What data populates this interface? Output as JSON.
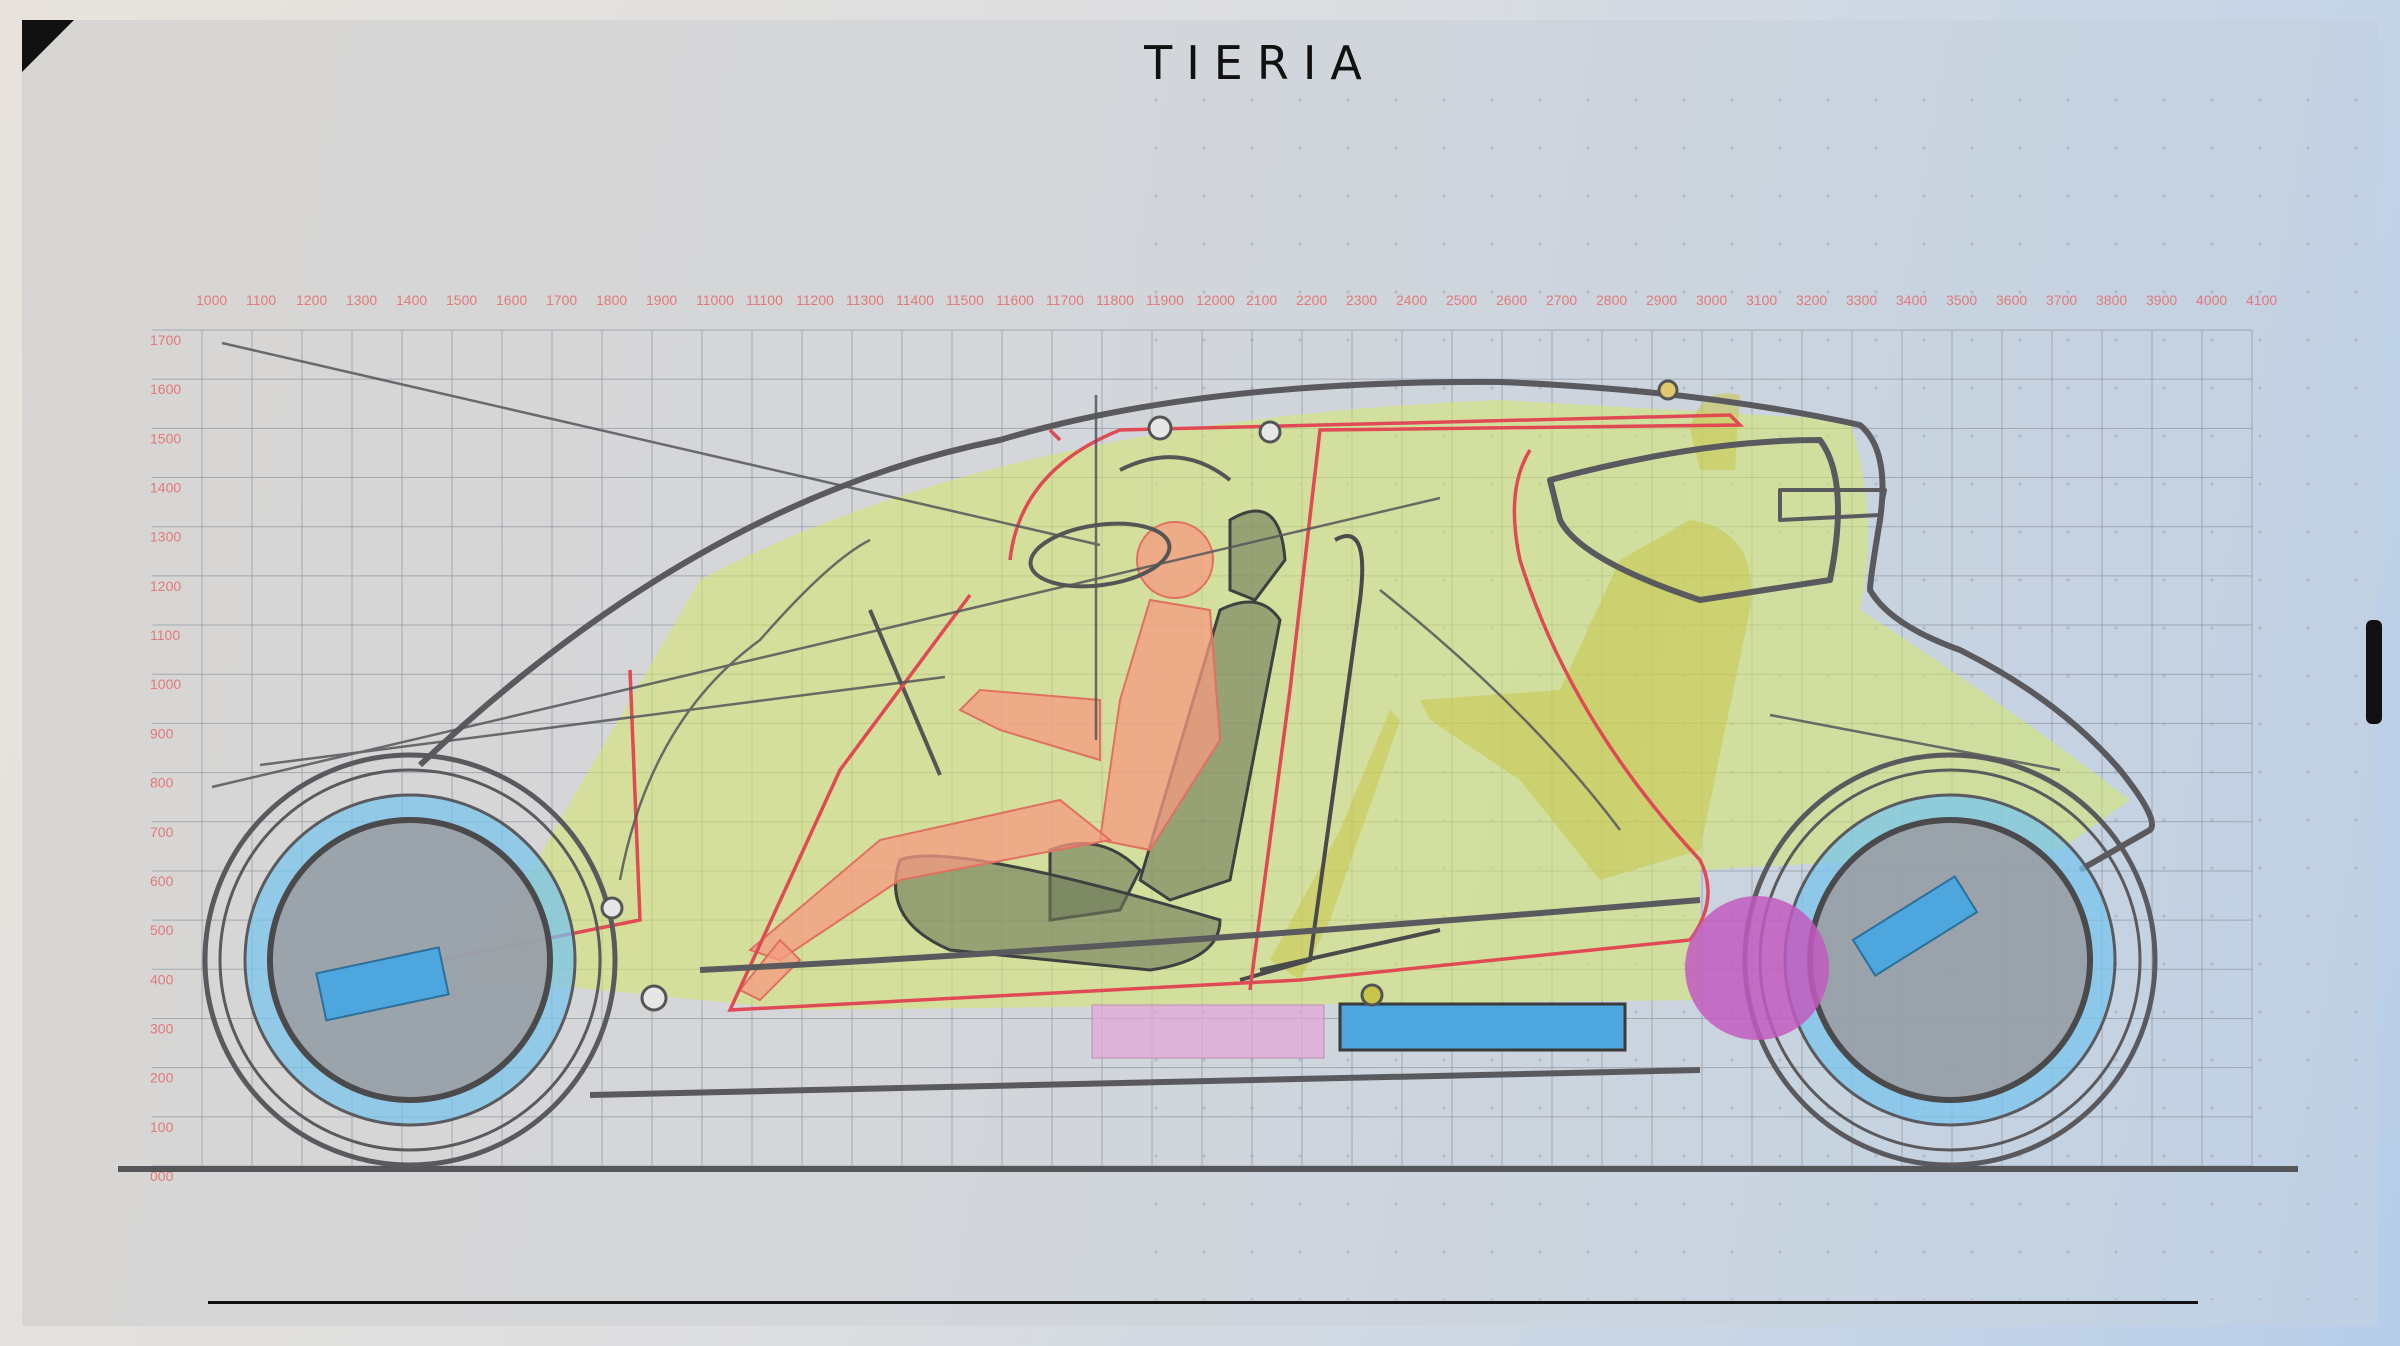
{
  "brand": {
    "name": "TIERIA"
  },
  "scale": {
    "x_ticks": [
      "1000",
      "1100",
      "1200",
      "1300",
      "1400",
      "1500",
      "1600",
      "1700",
      "1800",
      "1900",
      "11000",
      "11100",
      "11200",
      "11300",
      "11400",
      "11500",
      "11600",
      "11700",
      "11800",
      "11900",
      "12000",
      "2100",
      "2200",
      "2300",
      "2400",
      "2500",
      "2600",
      "2700",
      "2800",
      "2900",
      "3000",
      "3100",
      "3200",
      "3300",
      "3400",
      "3500",
      "3600",
      "3700",
      "3800",
      "3900",
      "4000",
      "4100"
    ],
    "y_ticks": [
      "1700",
      "1600",
      "1500",
      "1400",
      "1300",
      "1200",
      "1100",
      "1000",
      "900",
      "800",
      "700",
      "600",
      "500",
      "400",
      "300",
      "200",
      "100",
      "000"
    ]
  },
  "colors": {
    "tick_labels": "#e07a7a",
    "grid": "#8f96a0",
    "cabin_fill": "#d6e86a",
    "outline": "#5a5a5e",
    "red_frame": "#e04a55",
    "driver": "#f59a82",
    "wheel_ring": "#79c4ec",
    "battery": "#4da6de",
    "pink_box": "#e2a7d8",
    "purple_motor": "#c25ac0"
  },
  "icons": {
    "corner": "corner-triangle-icon"
  }
}
